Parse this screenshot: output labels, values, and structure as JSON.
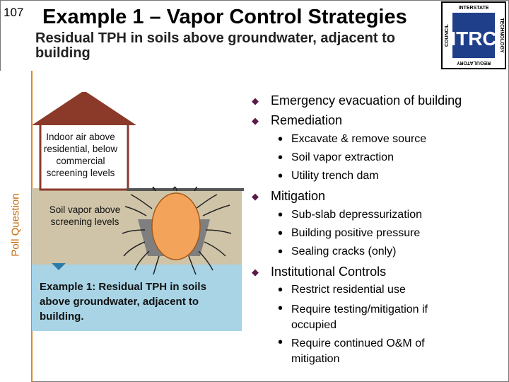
{
  "slide": {
    "number": "107",
    "title": "Example 1 – Vapor Control Strategies",
    "subtitle": "Residual TPH in soils above groundwater, adjacent to building",
    "side_label": "Poll Question"
  },
  "logo": {
    "center": "ITRC",
    "ring_top": "INTERSTATE",
    "ring_right": "TECHNOLOGY",
    "ring_left": "COUNCIL",
    "ring_bottom": "REGULATORY"
  },
  "diagram": {
    "indoor_label": "Indoor air above residential, below commercial screening levels",
    "vapor_label": "Soil vapor above screening levels",
    "caption": "Example 1: Residual TPH in soils above groundwater, adjacent to building.",
    "colors": {
      "roof": "#8b3a2a",
      "soil": "#cfc4a8",
      "water": "#a8d4e6",
      "blob": "#f4a45a",
      "trench": "#7f7f7f"
    }
  },
  "bullets": {
    "emergency": "Emergency evacuation of building",
    "remediation": "Remediation",
    "remediation_items": [
      "Excavate & remove source",
      "Soil vapor extraction",
      "Utility trench dam"
    ],
    "mitigation": "Mitigation",
    "mitigation_items": [
      "Sub-slab depressurization",
      "Building positive pressure",
      "Sealing cracks (only)"
    ],
    "institutional": "Institutional Controls",
    "institutional_items": [
      "Restrict residential use",
      "Require testing/mitigation if occupied",
      "Require continued O&M of mitigation"
    ]
  }
}
